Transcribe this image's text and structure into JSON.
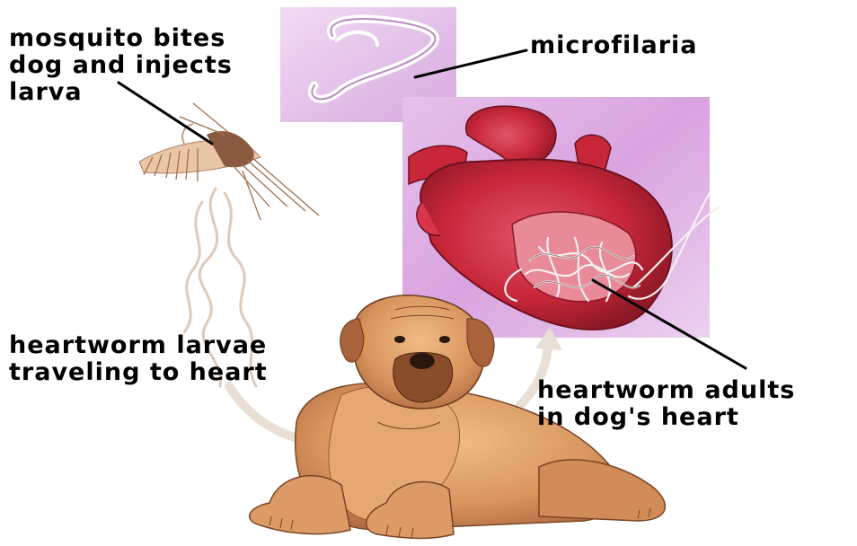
{
  "labels": {
    "mosquito": [
      "mosquito bites",
      "dog and injects",
      "larva"
    ],
    "microfilaria": "microfilaria",
    "larvae": [
      "heartworm larvae",
      "traveling to heart"
    ],
    "adults": [
      "heartworm adults",
      "in dog's heart"
    ]
  },
  "colors": {
    "panel_purple": "#d9a8e0",
    "panel_pale": "#ead0ef",
    "heart_red": "#c8273a",
    "heart_dark": "#8c1826",
    "dog_tan": "#d8955e",
    "dog_shadow": "#a8633a",
    "leader_line": "#000000",
    "arrow_pale": "#e8d9cc"
  }
}
